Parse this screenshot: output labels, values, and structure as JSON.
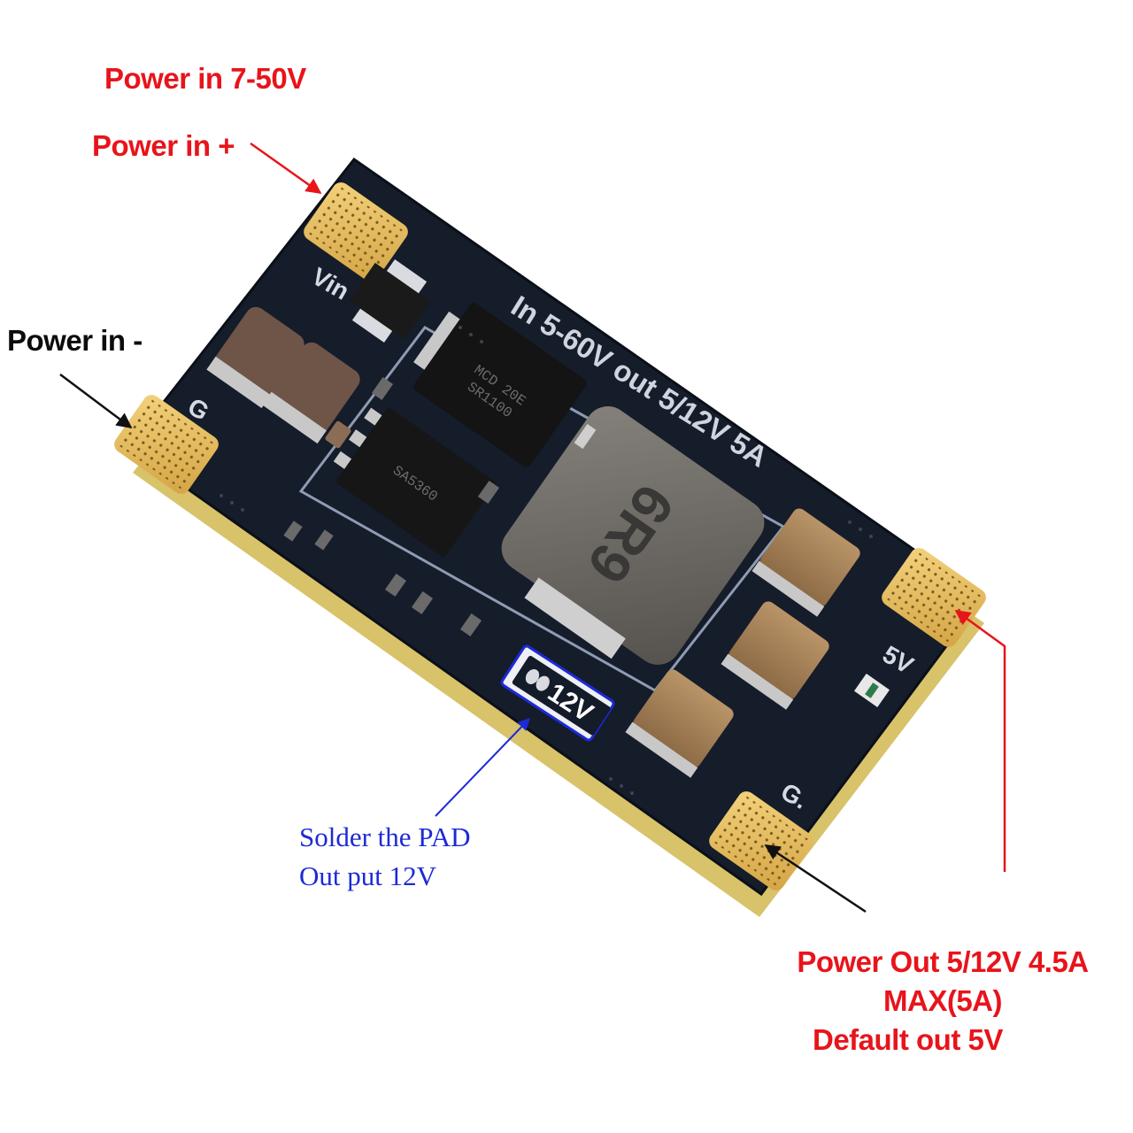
{
  "annotations": {
    "power_in_range": "Power in  7-50V",
    "power_in_plus": "Power in +",
    "power_in_minus": "Power in -",
    "solder_line1": "Solder  the  PAD",
    "solder_line2": "Out put   12V",
    "power_out_line1": "Power Out 5/12V 4.5A",
    "power_out_line2": "MAX(5A)",
    "power_out_line3": "Default  out 5V"
  },
  "board": {
    "vin_label": "Vin",
    "g_left_label": "G",
    "g_right_label": "G.",
    "out_5v_label": "5V",
    "pad_12v_label": "12V",
    "silkscreen_spec": "In 5-60V out 5/12V 5A",
    "inductor_marking": "6R9",
    "ic_marking_top": "MCD 20E",
    "ic_marking_mid": "SR1100",
    "ic_marking_bottom": "SA5360"
  },
  "colors": {
    "annotation_red": "#e8141b",
    "annotation_blue": "#1d2ad6",
    "pcb": "#141b29",
    "gold_pad": "#e6bc5a",
    "inductor": "#6e6b67",
    "capacitor": "#a8825a"
  }
}
